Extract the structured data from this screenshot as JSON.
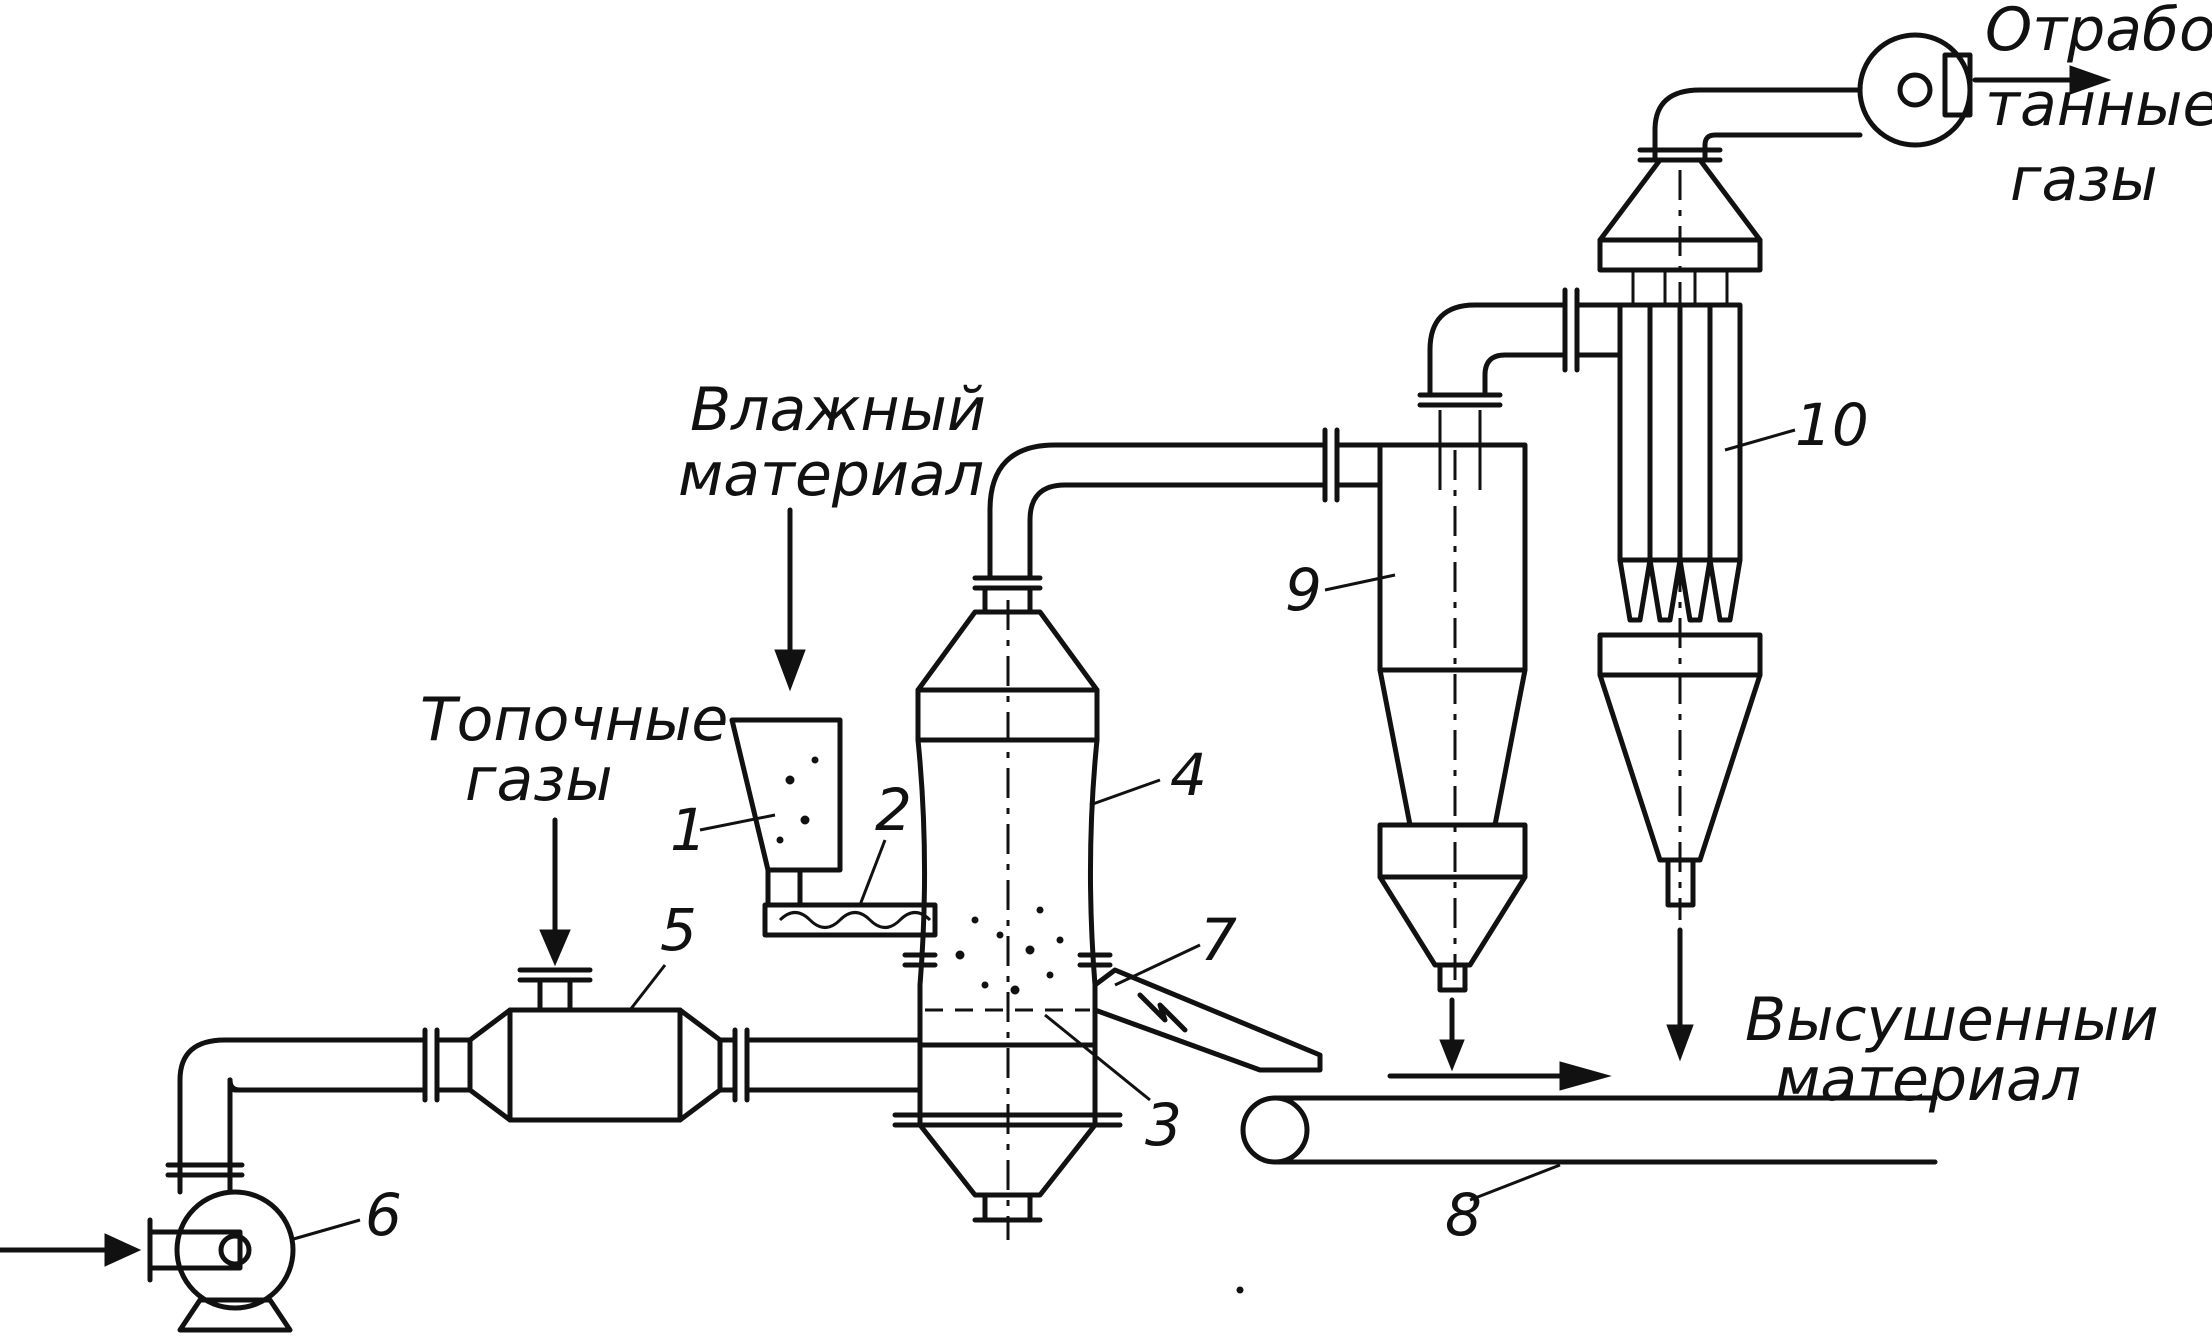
{
  "labels": {
    "wet_material_line1": "Влажный",
    "wet_material_line2": "материал",
    "furnace_gases_line1": "Топочные",
    "furnace_gases_line2": "газы",
    "exhaust_line1": "Отрабо-",
    "exhaust_line2": "танные",
    "exhaust_line3": "газы",
    "dried_line1": "Высушенныи",
    "dried_line2": "материал"
  },
  "numbers": {
    "n1": "1",
    "n2": "2",
    "n3": "3",
    "n4": "4",
    "n5": "5",
    "n6": "6",
    "n7": "7",
    "n8": "8",
    "n9": "9",
    "n10": "10"
  }
}
